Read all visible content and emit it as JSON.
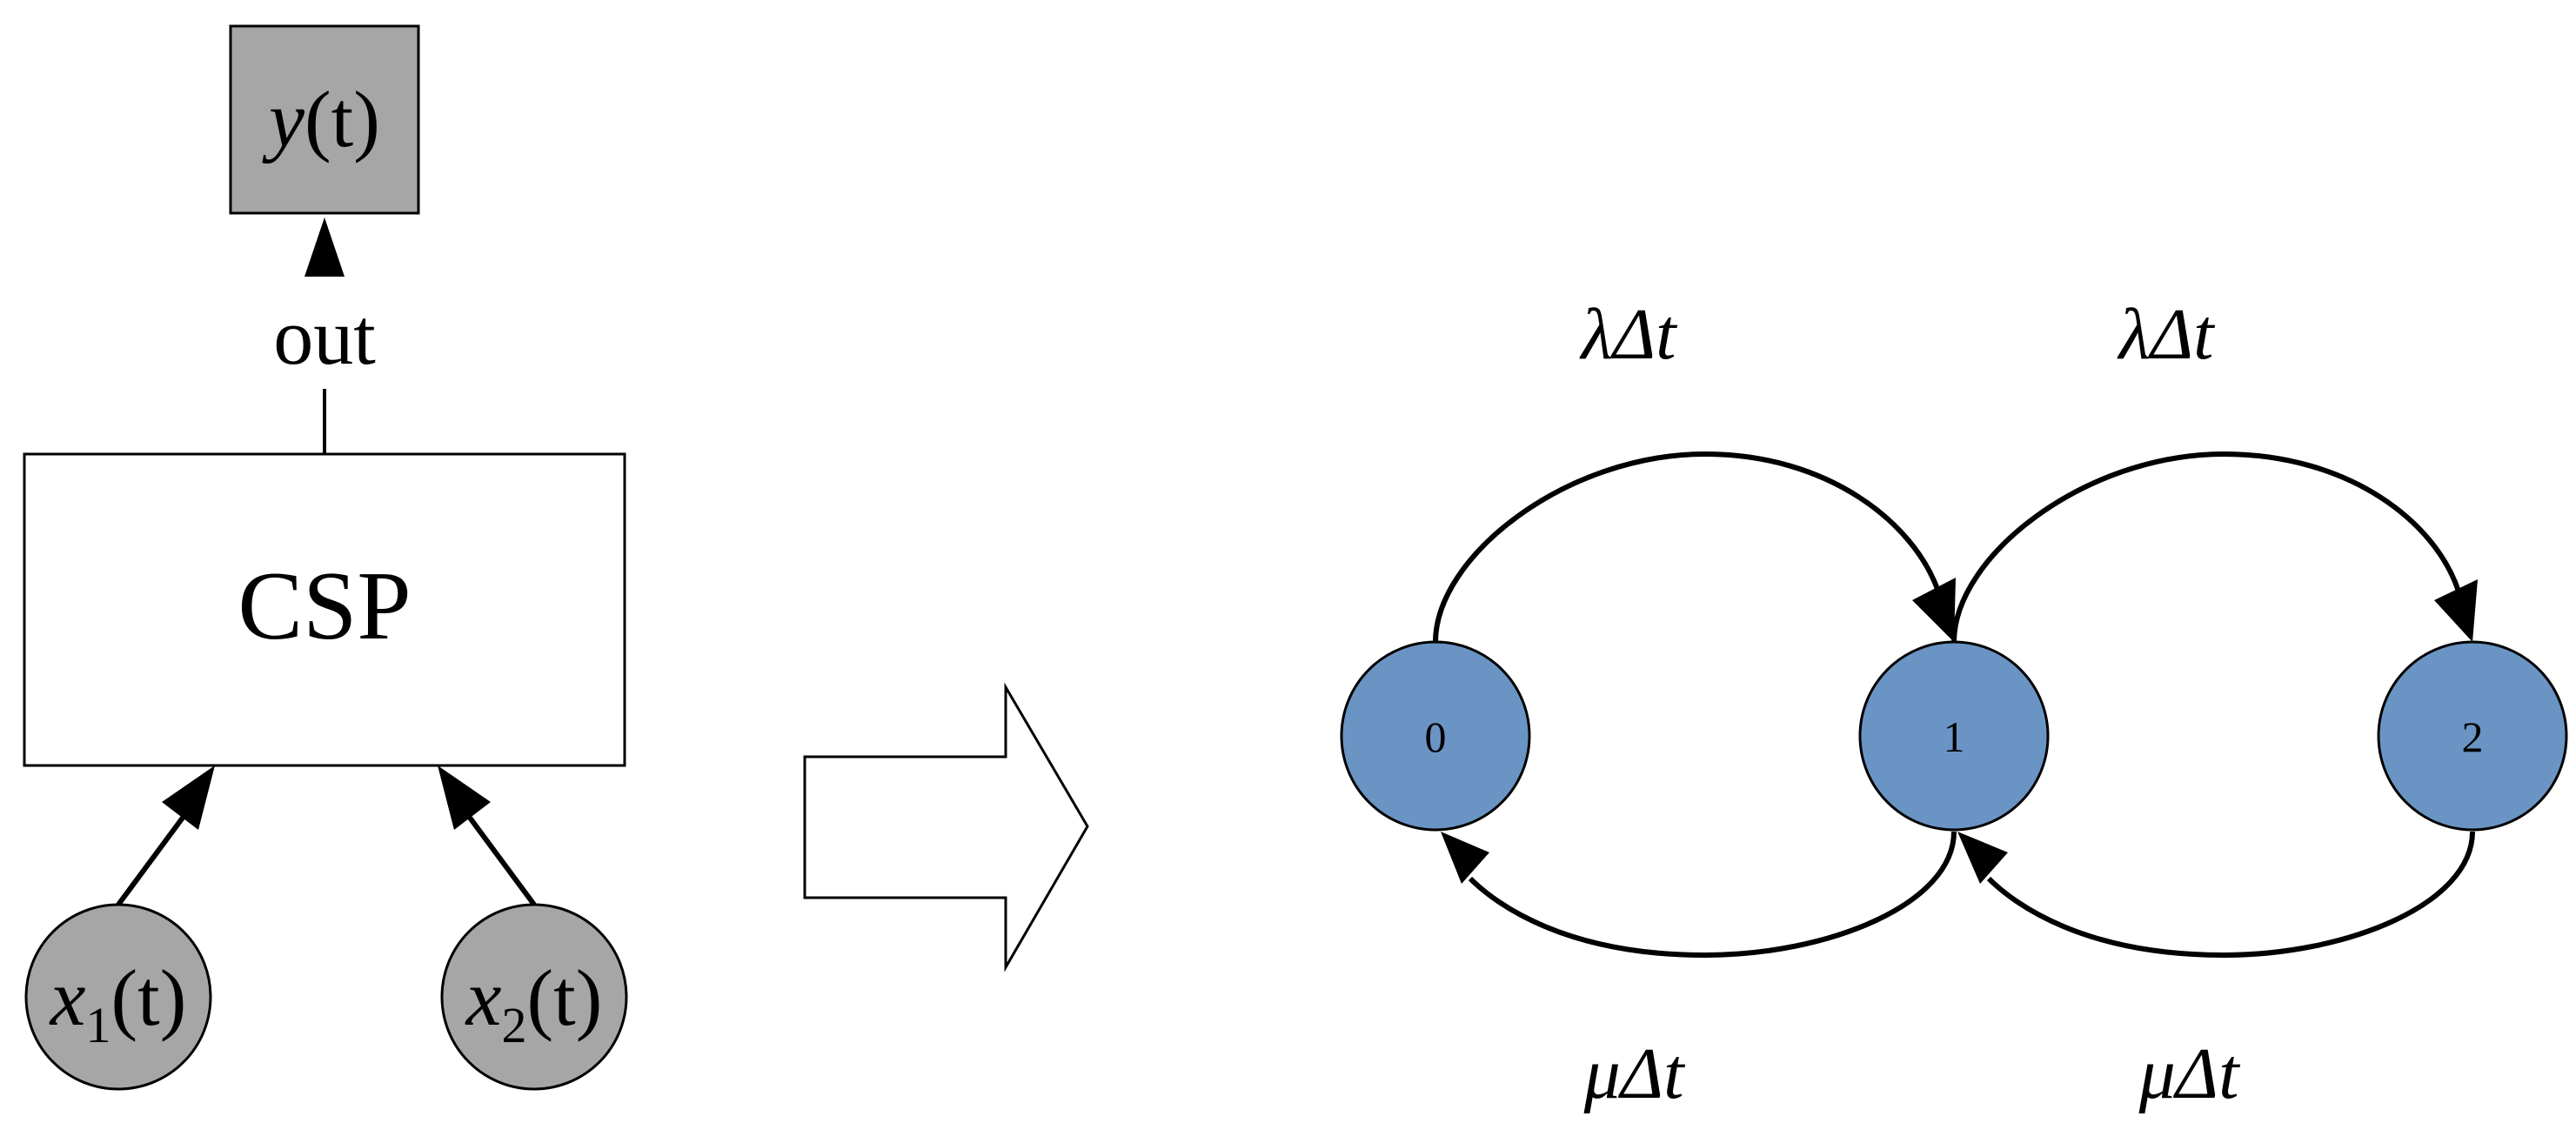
{
  "colors": {
    "input_fill": "#a6a6a6",
    "output_fill": "#a6a6a6",
    "state_fill": "#6a94c4",
    "stroke": "#000000",
    "background": "#ffffff"
  },
  "csp_block": {
    "label": "CSP",
    "out_label": "out",
    "output": {
      "var": "y",
      "arg": "(t)"
    },
    "inputs": [
      {
        "var": "x",
        "sub": "1",
        "arg": "(t)"
      },
      {
        "var": "x",
        "sub": "2",
        "arg": "(t)"
      }
    ]
  },
  "markov_chain": {
    "states": [
      "0",
      "1",
      "2"
    ],
    "transitions": [
      {
        "from": "0",
        "to": "1",
        "rate_sym": "λ",
        "rate_rest": "Δt"
      },
      {
        "from": "1",
        "to": "2",
        "rate_sym": "λ",
        "rate_rest": "Δt"
      },
      {
        "from": "1",
        "to": "0",
        "rate_sym": "μ",
        "rate_rest": "Δt"
      },
      {
        "from": "2",
        "to": "1",
        "rate_sym": "μ",
        "rate_rest": "Δt"
      }
    ]
  },
  "icons": {
    "transform_arrow": "block-arrow-right-icon"
  }
}
